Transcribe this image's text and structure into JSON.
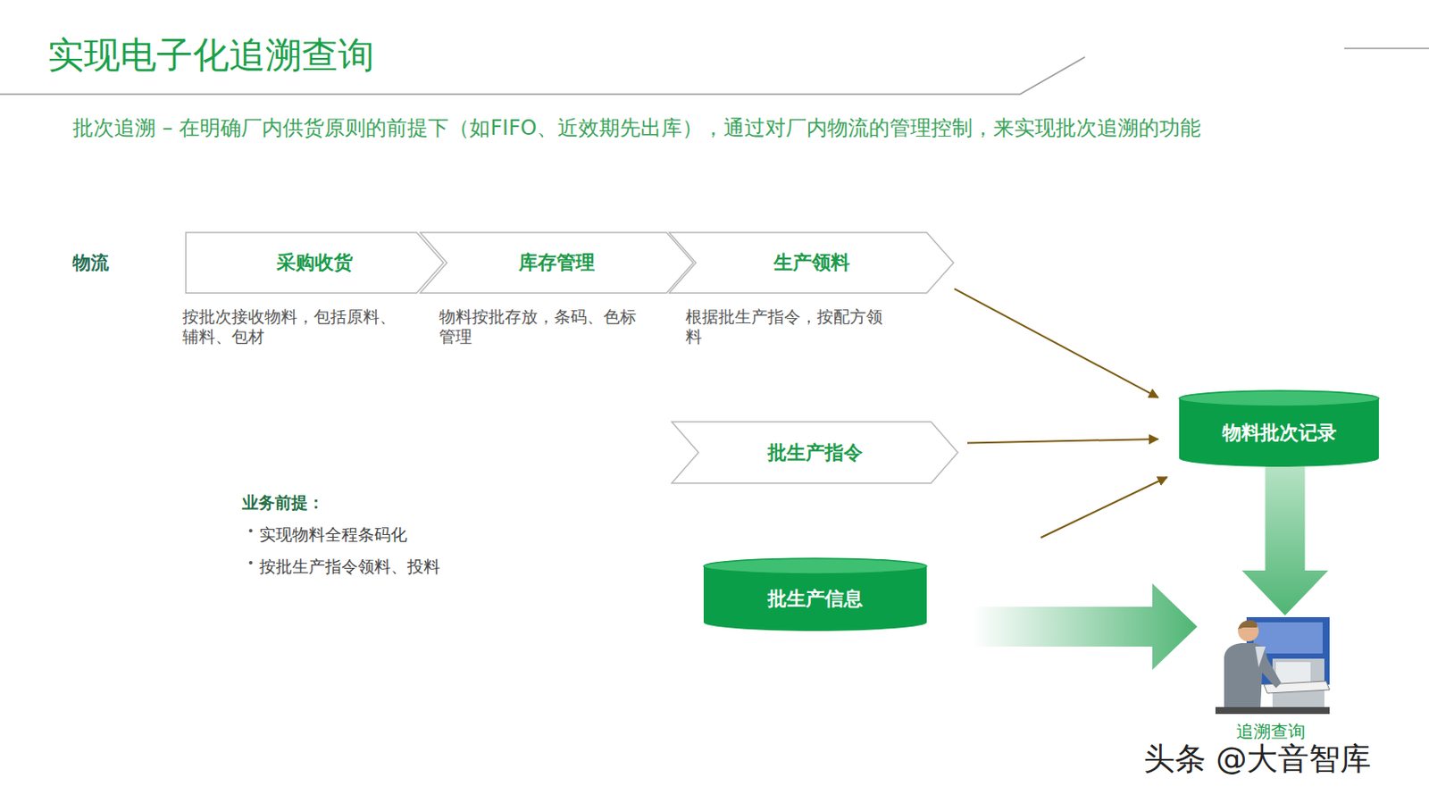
{
  "diagram": {
    "title": "实现电子化追溯查询",
    "nodes": [
      {
        "text": [
          "采购收货"
        ]
      },
      {
        "text": [
          "库存管理"
        ]
      },
      {
        "text": [
          "生产领料"
        ]
      },
      {
        "text": [
          "批生产指令"
        ]
      },
      {
        "text": [
          "物料批次记录"
        ]
      },
      {
        "text": [
          "批生产信息"
        ]
      },
      {
        "text": [
          "追溯查询"
        ]
      }
    ],
    "edges": [
      {
        "from": 2,
        "to": 4,
        "arrow": "to"
      },
      {
        "from": 3,
        "to": 4,
        "arrow": "to"
      },
      {
        "from": 4,
        "to": 6,
        "arrow": "to"
      },
      {
        "from": 5,
        "to": 6,
        "arrow": "to"
      }
    ],
    "labels": [
      "批次追溯 – 在明确厂内供货原则的前提下（如FIFO、近效期先出库），通过对厂内物流的管理控制，来实现批次追溯的功能",
      "物流",
      "按批次接收物料，包括原料、辅料、包材",
      "物料按批存放，条码、色标管理",
      "根据批生产指令，按配方领料",
      "业务前提：",
      "实现物料全程条码化",
      "按批生产指令领料、投料",
      "头条 @大音智库"
    ]
  }
}
